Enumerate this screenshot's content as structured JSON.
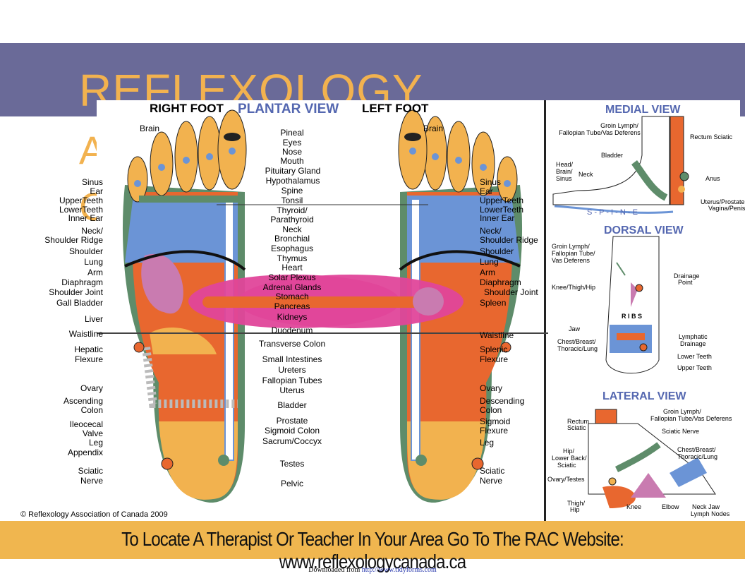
{
  "title": "REFLEXOLOGY",
  "ghost_letters": [
    "A",
    "C"
  ],
  "headers": {
    "right_foot": "RIGHT FOOT",
    "plantar_view": "PLANTAR VIEW",
    "left_foot": "LEFT FOOT",
    "medial_view": "MEDIAL VIEW",
    "dorsal_view": "DORSAL VIEW",
    "lateral_view": "LATERAL VIEW"
  },
  "center_labels": [
    "Pineal",
    "Eyes",
    "Nose",
    "Mouth",
    "Pituitary Gland",
    "Hypothalamus",
    "Spine",
    "Tonsil",
    "Thyroid/",
    "Parathyroid",
    "Neck",
    "Bronchial",
    "Esophagus",
    "Thymus",
    "Heart",
    "Solar Plexus",
    "Adrenal Glands",
    "Stomach",
    "Pancreas",
    "Kidneys",
    "Duodenum",
    "Transverse Colon",
    "Small Intestines",
    "Ureters",
    "Fallopian Tubes",
    "Uterus",
    "Bladder",
    "Prostate",
    "Sigmoid Colon",
    "Sacrum/Coccyx",
    "Testes",
    "Pelvic"
  ],
  "left_labels": [
    "Brain",
    "Sinus",
    "Ear",
    "UpperTeeth",
    "LowerTeeth",
    "Inner Ear",
    "Neck/",
    "Shoulder Ridge",
    "Shoulder",
    "Lung",
    "Arm",
    "Diaphragm",
    "Shoulder Joint",
    "Gall Bladder",
    "Liver",
    "Waistline",
    "Hepatic",
    "Flexure",
    "Ovary",
    "Ascending",
    "Colon",
    "Ileocecal",
    "Valve",
    "Leg",
    "Appendix",
    "Sciatic",
    "Nerve"
  ],
  "right_labels": [
    "Brain",
    "Sinus",
    "Ear",
    "UpperTeeth",
    "LowerTeeth",
    "Inner Ear",
    "Neck/",
    "Shoulder Ridge",
    "Shoulder",
    "Lung",
    "Arm",
    "Diaphragm",
    "Shoulder Joint",
    "Spleen",
    "Waistline",
    "Splenic",
    "Flexure",
    "Ovary",
    "Descending",
    "Colon",
    "Sigmoid",
    "Flexure",
    "Leg",
    "Sciatic",
    "Nerve"
  ],
  "medial_labels": [
    "Groin Lymph/",
    "Fallopian Tube/Vas Deferens",
    "Rectum Sciatic",
    "Bladder",
    "Head/",
    "Brain/",
    "Sinus",
    "Neck",
    "Anus",
    "Uterus/Prostate",
    "Vagina/Penis",
    "S - P - I - N - E"
  ],
  "dorsal_labels": [
    "Groin Lymph/",
    "Fallopian Tube/",
    "Vas Deferens",
    "Drainage",
    "Point",
    "Knee/Thigh/Hip",
    "R I B S",
    "Jaw",
    "Chest/Breast/",
    "Thoracic/Lung",
    "Lymphatic",
    "Drainage",
    "Lower Teeth",
    "Upper Teeth"
  ],
  "lateral_labels": [
    "Groin Lymph/",
    "Fallopian Tube/Vas Deferens",
    "Rectum",
    "Sciatic",
    "Sciatic Nerve",
    "Chest/Breast/",
    "Thoracic/Lung",
    "Hip/",
    "Lower Back/",
    "Sciatic",
    "Ovary/Testes",
    "Thigh/",
    "Hip",
    "Knee",
    "Elbow",
    "Neck Jaw",
    "Lymph Nodes"
  ],
  "copyright": "© Reflexology Association of Canada 2009",
  "footer": "To Locate A Therapist Or Teacher In Your Area Go To The RAC Website: www.reflexologycanada.ca",
  "download_prefix": "Downloaded from ",
  "download_link": "http://www.tidyforms.com",
  "colors": {
    "banner": "#6a6a98",
    "title": "#f2b24f",
    "footer": "#f0b64f",
    "blue": "#6b94d6",
    "orange": "#e8672f",
    "yellow": "#f2b24f",
    "pink": "#e0469a",
    "green": "#5e8c6a",
    "purple": "#c97bb0"
  }
}
